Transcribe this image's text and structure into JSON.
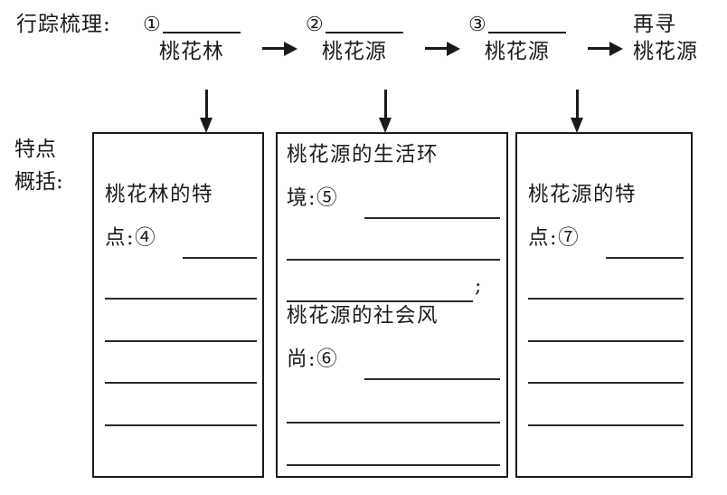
{
  "flow": {
    "label": "行踪梳理:",
    "nodes": [
      {
        "marker": "①",
        "blank": "",
        "caption": "桃花林"
      },
      {
        "marker": "②",
        "blank": "",
        "caption": "桃花源"
      },
      {
        "marker": "③",
        "blank": "",
        "caption": "桃花源"
      },
      {
        "marker": "再寻",
        "blank": "",
        "caption": "桃花源"
      }
    ],
    "arrow": "→"
  },
  "feature_label": {
    "line1": "特点",
    "line2": "概括:"
  },
  "boxes": [
    {
      "name": "box-peach-forest",
      "segments": [
        {
          "text": "桃花林的特",
          "blank": false
        },
        {
          "text": "点:④",
          "blank": true
        }
      ],
      "blank_lines": 4
    },
    {
      "name": "box-peach-spring-life",
      "segments": [
        {
          "text": "桃花源的生活环",
          "blank": false
        },
        {
          "text": "境:⑤",
          "blank": true
        }
      ],
      "mid_lines": 2,
      "semicolon": ";",
      "segments2": [
        {
          "text": "桃花源的社会风",
          "blank": false
        },
        {
          "text": "尚:⑥",
          "blank": true
        }
      ],
      "blank_lines": 2
    },
    {
      "name": "box-peach-spring-features",
      "segments": [
        {
          "text": "桃花源的特",
          "blank": false
        },
        {
          "text": "点:⑦",
          "blank": true
        }
      ],
      "blank_lines": 4
    }
  ]
}
